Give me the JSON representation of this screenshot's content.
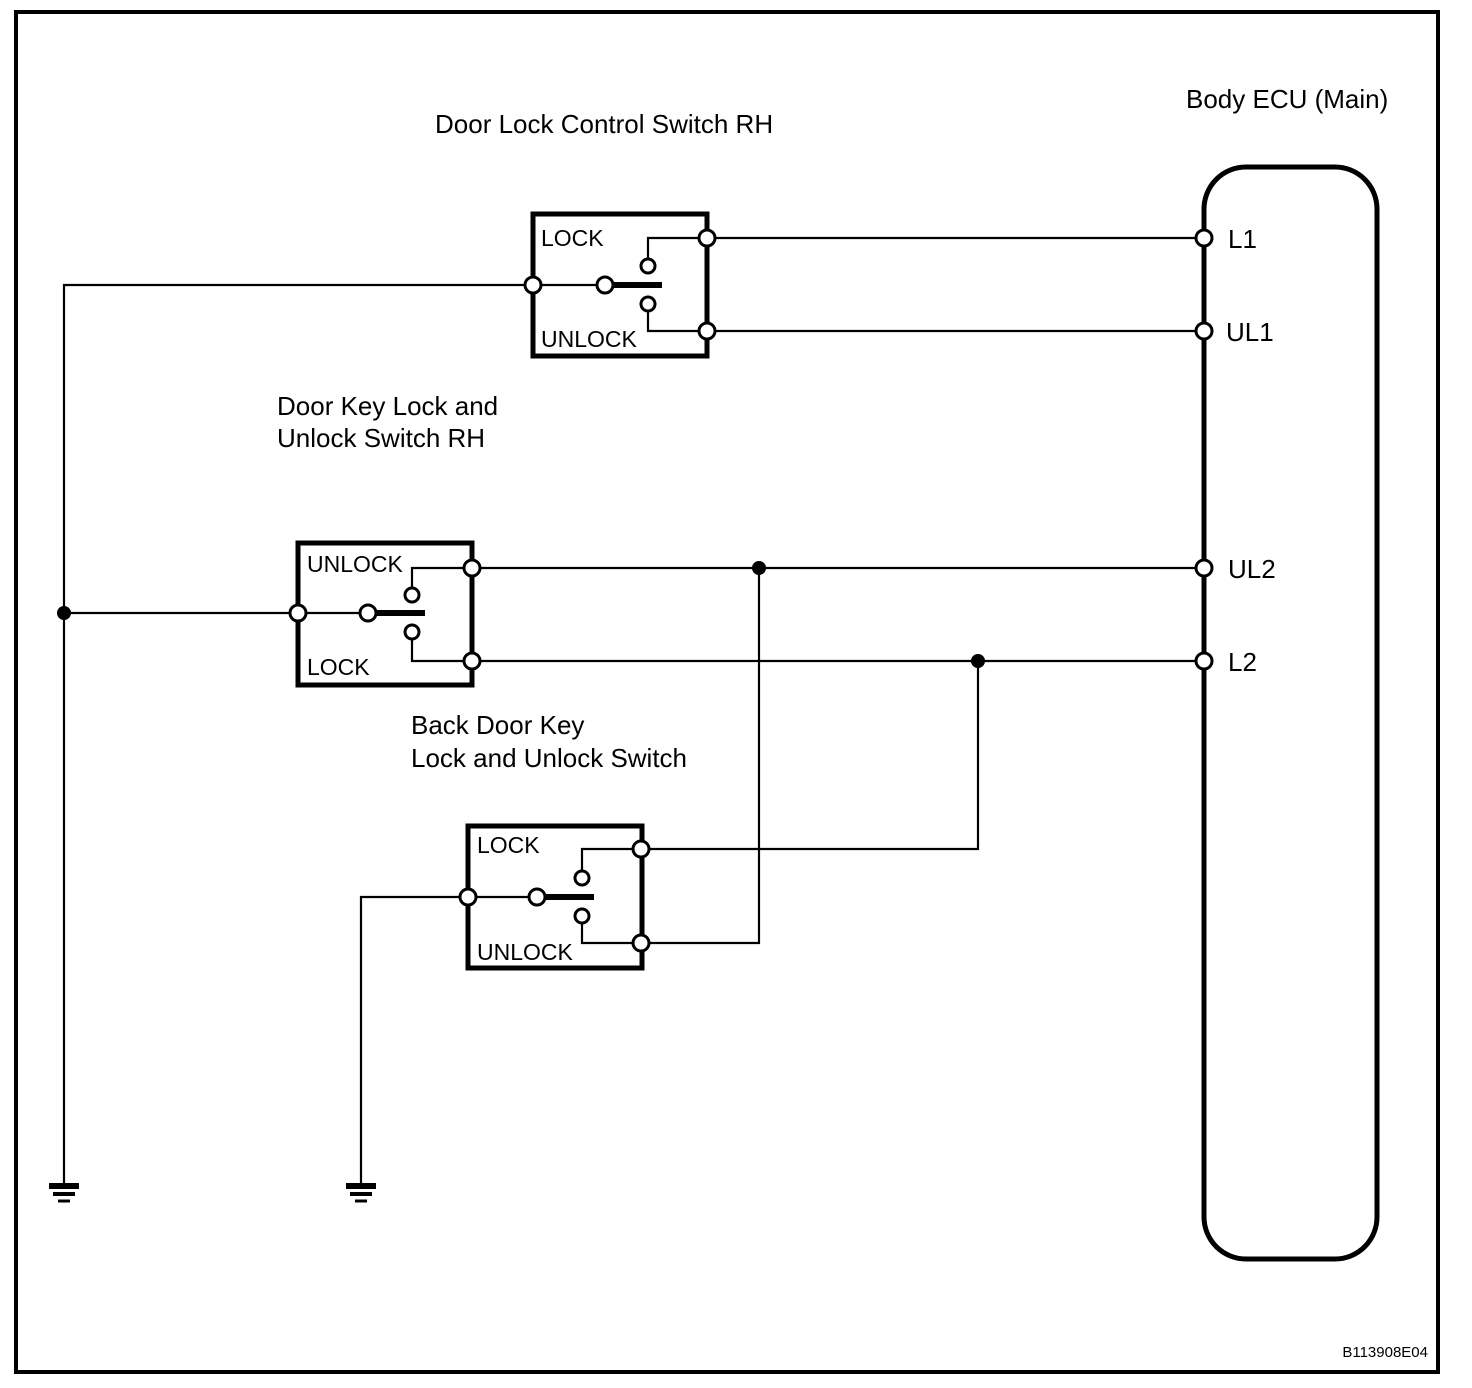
{
  "labels": {
    "door_lock_control_switch": "Door Lock Control Switch RH",
    "body_ecu": "Body ECU (Main)",
    "door_key_switch_line1": "Door Key Lock and",
    "door_key_switch_line2": "Unlock Switch RH",
    "back_door_switch_line1": "Back Door Key",
    "back_door_switch_line2": "Lock and Unlock Switch"
  },
  "switches": {
    "door_lock_control": {
      "position_top": "LOCK",
      "position_bottom": "UNLOCK"
    },
    "door_key": {
      "position_top": "UNLOCK",
      "position_bottom": "LOCK"
    },
    "back_door_key": {
      "position_top": "LOCK",
      "position_bottom": "UNLOCK"
    }
  },
  "ecu": {
    "terminals": [
      "L1",
      "UL1",
      "UL2",
      "L2"
    ]
  },
  "figure_code": "B113908E04",
  "colors": {
    "line": "#000000",
    "background": "#ffffff"
  }
}
